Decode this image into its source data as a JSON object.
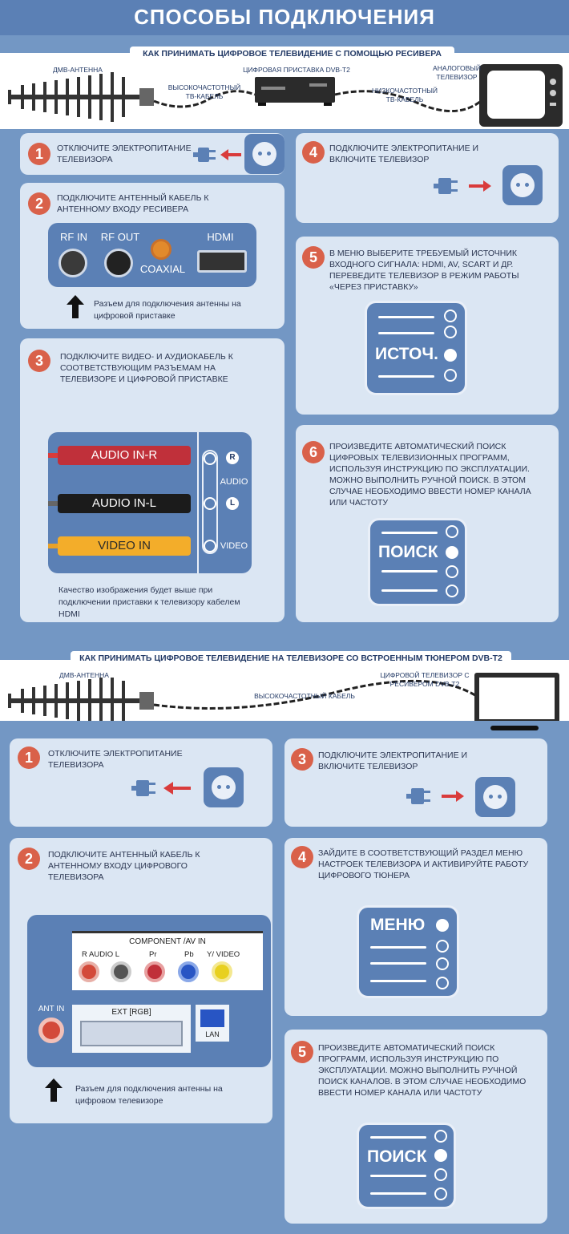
{
  "title": "СПОСОБЫ ПОДКЛЮЧЕНИЯ",
  "section1": {
    "banner": "КАК ПРИНИМАТЬ ЦИФРОВОЕ ТЕЛЕВИДЕНИЕ С ПОМОЩЬЮ РЕСИВЕРА",
    "labels": {
      "antenna": "ДМВ-АНТЕННА",
      "hf_cable": "ВЫСОКОЧАСТОТНЫЙ ТВ-КАБЕЛЬ",
      "receiver": "ЦИФРОВАЯ ПРИСТАВКА DVB-T2",
      "lf_cable": "НИЗКОЧАСТОТНЫЙ ТВ-КАБЕЛЬ",
      "analog_tv": "АНАЛОГОВЫЙ ТЕЛЕВИЗОР"
    },
    "steps": {
      "s1": {
        "num": "1",
        "text": "ОТКЛЮЧИТЕ ЭЛЕКТРОПИТАНИЕ ТЕЛЕВИЗОРА"
      },
      "s2": {
        "num": "2",
        "text": "ПОДКЛЮЧИТЕ АНТЕННЫЙ КАБЕЛЬ К АНТЕННОМУ ВХОДУ РЕСИВЕРА",
        "ports": {
          "rf_in": "RF IN",
          "rf_out": "RF OUT",
          "coaxial": "COAXIAL",
          "hdmi": "HDMI"
        },
        "note": "Разъем для подключения антенны на цифровой приставке"
      },
      "s3": {
        "num": "3",
        "text": "ПОДКЛЮЧИТЕ ВИДЕО- И АУДИОКАБЕЛЬ К СООТВЕТСТВУЮЩИМ РАЗЪЕМАМ НА ТЕЛЕВИЗОРЕ И ЦИФРОВОЙ ПРИСТАВКЕ",
        "cables": {
          "audio_r": "AUDIO IN-R",
          "audio_l": "AUDIO IN-L",
          "video": "VIDEO IN"
        },
        "jacks": {
          "r": "R",
          "audio": "AUDIO",
          "l": "L",
          "video": "VIDEO"
        },
        "note": "Качество изображения будет выше при подключении  приставки к телевизору кабелем HDMI"
      },
      "s4": {
        "num": "4",
        "text": "ПОДКЛЮЧИТЕ ЭЛЕКТРОПИТАНИЕ И ВКЛЮЧИТЕ ТЕЛЕВИЗОР"
      },
      "s5": {
        "num": "5",
        "text": "В МЕНЮ ВЫБЕРИТЕ ТРЕБУЕМЫЙ ИСТОЧНИК ВХОДНОГО СИГНАЛА: HDMI, AV, SCART И ДР. ПЕРЕВЕДИТЕ ТЕЛЕВИЗОР В РЕЖИМ РАБОТЫ «ЧЕРЕЗ ПРИСТАВКУ»",
        "menu_word": "ИСТОЧ."
      },
      "s6": {
        "num": "6",
        "text": "ПРОИЗВЕДИТЕ АВТОМАТИЧЕСКИЙ ПОИСК ЦИФРОВЫХ ТЕЛЕВИЗИОННЫХ ПРОГРАММ, ИСПОЛЬЗУЯ ИНСТРУКЦИЮ ПО ЭКСПЛУАТАЦИИ. МОЖНО ВЫПОЛНИТЬ РУЧНОЙ ПОИСК. В ЭТОМ СЛУЧАЕ НЕОБХОДИМО ВВЕСТИ НОМЕР КАНАЛА ИЛИ ЧАСТОТУ",
        "menu_word": "ПОИСК"
      }
    }
  },
  "section2": {
    "banner": "КАК ПРИНИМАТЬ ЦИФРОВОЕ ТЕЛЕВИДЕНИЕ НА ТЕЛЕВИЗОРЕ СО ВСТРОЕННЫМ ТЮНЕРОМ DVB-T2",
    "labels": {
      "antenna": "ДМВ-АНТЕННА",
      "hf_cable": "ВЫСОКОЧАСТОТНЫЙ КАБЕЛЬ",
      "digital_tv": "ЦИФРОВОЙ ТЕЛЕВИЗОР С РЕСИВЕРОМ DVB-T2"
    },
    "steps": {
      "s1": {
        "num": "1",
        "text": "ОТКЛЮЧИТЕ ЭЛЕКТРОПИТАНИЕ ТЕЛЕВИЗОРА"
      },
      "s2": {
        "num": "2",
        "text": "ПОДКЛЮЧИТЕ АНТЕННЫЙ КАБЕЛЬ К АНТЕННОМУ ВХОДУ ЦИФРОВОГО ТЕЛЕВИЗОРА",
        "panel": {
          "component": "COMPONENT /AV IN",
          "audio": "AUDIO",
          "r": "R",
          "l": "L",
          "pr": "Pr",
          "pb": "Pb",
          "y": "Y",
          "video": "/ VIDEO",
          "ant_in": "ANT IN",
          "ext": "EXT [RGB]",
          "lan": "LAN"
        },
        "note": "Разъем для подключения антенны на цифровом телевизоре"
      },
      "s3": {
        "num": "3",
        "text": "ПОДКЛЮЧИТЕ ЭЛЕКТРОПИТАНИЕ И ВКЛЮЧИТЕ ТЕЛЕВИЗОР"
      },
      "s4": {
        "num": "4",
        "text": "ЗАЙДИТЕ В СООТВЕТСТВУЮЩИЙ РАЗДЕЛ МЕНЮ НАСТРОЕК ТЕЛЕВИЗОРА И АКТИВИРУЙТЕ РАБОТУ ЦИФРОВОГО ТЮНЕРА",
        "menu_word": "МЕНЮ"
      },
      "s5": {
        "num": "5",
        "text": "ПРОИЗВЕДИТЕ АВТОМАТИЧЕСКИЙ ПОИСК ПРОГРАММ, ИСПОЛЬЗУЯ ИНСТРУКЦИЮ ПО ЭКСПЛУАТАЦИИ. МОЖНО ВЫПОЛНИТЬ РУЧНОЙ ПОИСК КАНАЛОВ. В ЭТОМ СЛУЧАЕ НЕОБХОДИМО ВВЕСТИ НОМЕР КАНАЛА ИЛИ ЧАСТОТУ",
        "menu_word": "ПОИСК"
      }
    }
  },
  "colors": {
    "accent": "#d9614a",
    "panel": "#5b80b5",
    "card": "#dbe6f3",
    "background": "#7397c4"
  }
}
